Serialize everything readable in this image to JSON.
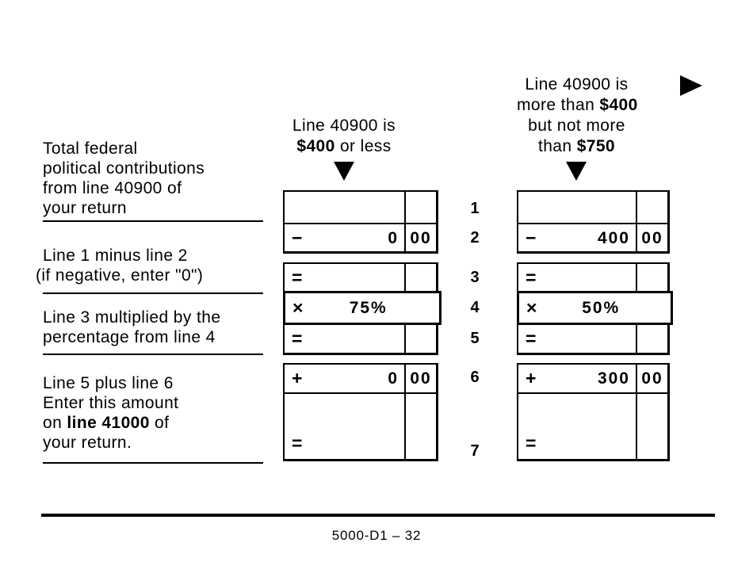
{
  "page": {
    "background": "#ffffff",
    "ink": "#000000",
    "footer_code": "5000-D1 – 32"
  },
  "labels": {
    "block1": {
      "l1": "Total federal",
      "l2": "political contributions",
      "l3": "from line 40900 of",
      "l4": "your return"
    },
    "block2": {
      "l1": "Line 1 minus line 2",
      "l2": "(if negative, enter \"0\")"
    },
    "block3": {
      "l1": "Line 3 multiplied by the",
      "l2": "percentage from line 4"
    },
    "block4": {
      "l1": "Line 5 plus line 6",
      "l2": "Enter this amount",
      "l3_pre": "on ",
      "l3_bold": "line 41000",
      "l3_post": " of",
      "l4": "your return."
    }
  },
  "col_mid": {
    "header_l1": "Line 40900 is",
    "header_bold": "$400",
    "header_rest": " or less",
    "r2_op": "−",
    "r2_val": "0",
    "r2_cents": "00",
    "r3_op": "=",
    "r4_op": "×",
    "r4_pct": "75%",
    "r5_op": "=",
    "r6_op": "+",
    "r6_val": "0",
    "r6_cents": "00",
    "r7_op": "="
  },
  "col_right": {
    "header_l1": "Line 40900 is",
    "header_l2_pre": "more than ",
    "header_l2_bold": "$400",
    "header_l3": "but not more",
    "header_l4_pre": "than ",
    "header_l4_bold": "$750",
    "r2_op": "−",
    "r2_val": "400",
    "r2_cents": "00",
    "r3_op": "=",
    "r4_op": "×",
    "r4_pct": "50%",
    "r5_op": "=",
    "r6_op": "+",
    "r6_val": "300",
    "r6_cents": "00",
    "r7_op": "="
  },
  "line_numbers": {
    "n1": "1",
    "n2": "2",
    "n3": "3",
    "n4": "4",
    "n5": "5",
    "n6": "6",
    "n7": "7"
  },
  "icons": {
    "mid_pointer": "triangle-down-icon",
    "right_pointer": "triangle-down-icon",
    "continuation": "arrow-right-icon"
  }
}
